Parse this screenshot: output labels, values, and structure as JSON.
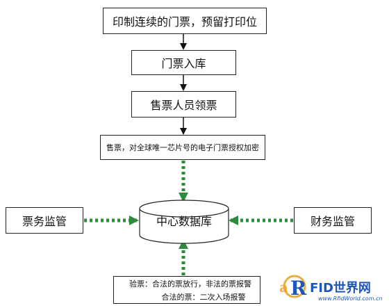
{
  "diagram": {
    "steps": [
      "印制连续的门票，预留打印位",
      "门票入库",
      "售票人员领票",
      "售票，对全球唯一芯片号的电子门票授权加密"
    ],
    "database": "中心数据库",
    "left_monitor": "票务监管",
    "right_monitor": "财务监管",
    "validation": {
      "line1": "验票：合法的票放行，非法的票报警",
      "line2": "合法的票：二次入场报警"
    }
  },
  "colors": {
    "solid_arrow": "#111111",
    "dotted_arrow": "#2e8b3e",
    "watermark": "#1b56b8"
  },
  "watermark": {
    "brand": "FID世界网",
    "url": "www.RfidWorld.com.cn"
  }
}
